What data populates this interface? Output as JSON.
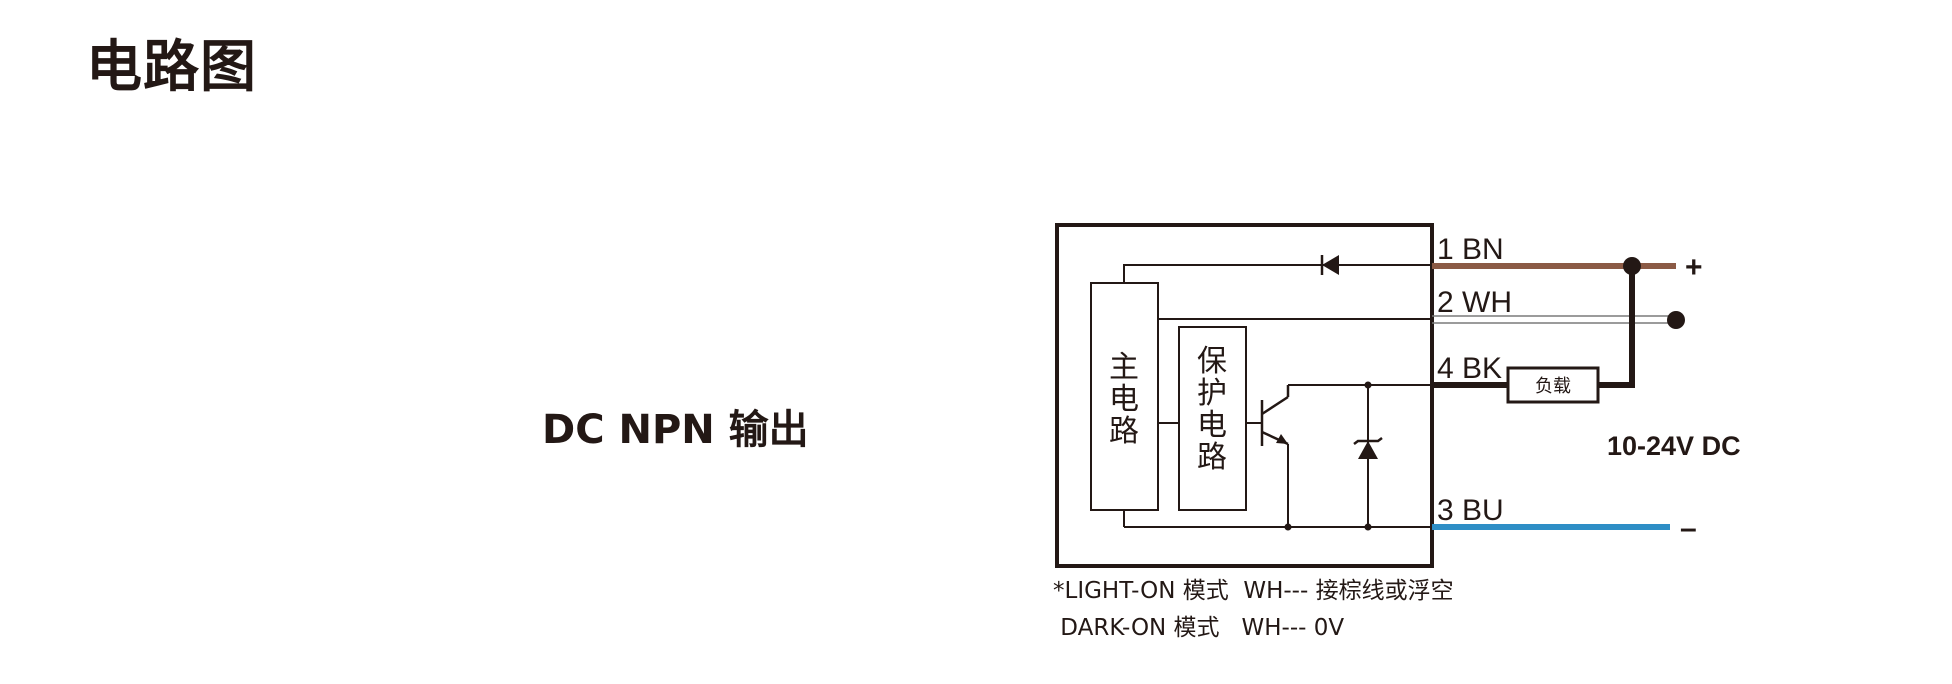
{
  "title": "电路图",
  "output_type": "DC NPN 输出",
  "diagram": {
    "main_circuit_label": [
      "主",
      "电",
      "路"
    ],
    "protection_circuit_label": [
      "保",
      "护",
      "电",
      "路"
    ],
    "wires": [
      {
        "id": "1",
        "label": "1 BN",
        "color": "#8b5a45"
      },
      {
        "id": "2",
        "label": "2 WH",
        "color": "#9a9a9a"
      },
      {
        "id": "4",
        "label": "4 BK",
        "color": "#231815"
      },
      {
        "id": "3",
        "label": "3 BU",
        "color": "#2e8ec6"
      }
    ],
    "load_label": "负载",
    "supply_label": "10-24V DC",
    "plus_sign": "+",
    "minus_sign": "–"
  },
  "notes": {
    "light_on": "*LIGHT-ON 模式  WH--- 接棕线或浮空",
    "dark_on": " DARK-ON 模式   WH--- 0V"
  }
}
